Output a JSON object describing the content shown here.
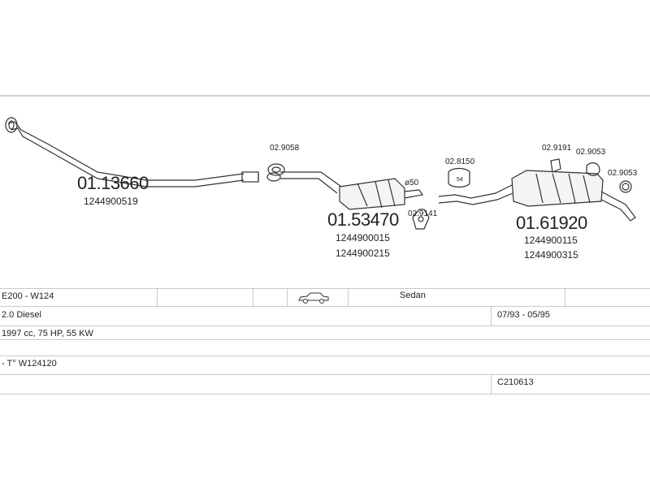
{
  "parts": {
    "front_pipe": {
      "number": "01.13660",
      "oe": "1244900519"
    },
    "middle_silencer": {
      "number": "01.53470",
      "oe": [
        "1244900015",
        "1244900215"
      ]
    },
    "rear_silencer": {
      "number": "01.61920",
      "oe": [
        "1244900115",
        "1244900315"
      ]
    },
    "clamp_1": "02.9058",
    "mount_1": "02.9141",
    "mount_2": "02.8150",
    "mount_3": "02.9191",
    "mount_4": "02.9053",
    "ring": "02.9053",
    "diameter_label": "ø50"
  },
  "table": {
    "model": "E200 - W124",
    "body_type": "Sedan",
    "engine": "2.0 Diesel",
    "production": "07/93 - 05/95",
    "specs": "1997 cc, 75 HP, 55 KW",
    "type_code": "- T° W124120",
    "kit_code": "C210613",
    "car_icon": "sedan-car-icon"
  }
}
